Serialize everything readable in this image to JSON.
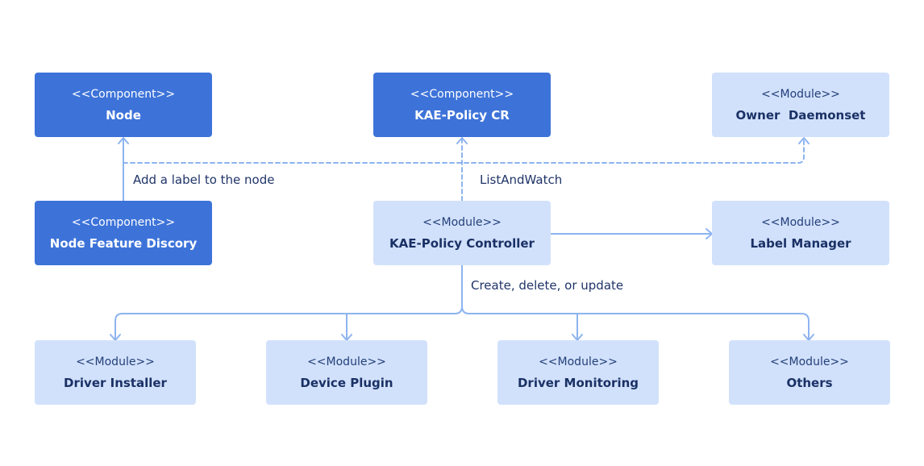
{
  "nodes": {
    "node": {
      "stereotype": "<<Component>>",
      "name": "Node"
    },
    "kae_policy_cr": {
      "stereotype": "<<Component>>",
      "name": "KAE-Policy CR"
    },
    "owner_daemonset": {
      "stereotype": "<<Module>>",
      "name": "Owner  Daemonset"
    },
    "node_feature_discory": {
      "stereotype": "<<Component>>",
      "name": "Node Feature Discory"
    },
    "kae_policy_controller": {
      "stereotype": "<<Module>>",
      "name": "KAE-Policy Controller"
    },
    "label_manager": {
      "stereotype": "<<Module>>",
      "name": "Label Manager"
    },
    "driver_installer": {
      "stereotype": "<<Module>>",
      "name": "Driver Installer"
    },
    "device_plugin": {
      "stereotype": "<<Module>>",
      "name": "Device Plugin"
    },
    "driver_monitoring": {
      "stereotype": "<<Module>>",
      "name": "Driver Monitoring"
    },
    "others": {
      "stereotype": "<<Module>>",
      "name": "Others"
    }
  },
  "edge_labels": {
    "add_label": "Add a label to the node",
    "list_and_watch": "ListAndWatch",
    "create_delete_update": "Create, delete, or update"
  },
  "colors": {
    "component_fill": "#3d73d9",
    "module_fill": "#d2e1fb",
    "connector": "#8db4f0",
    "label_text": "#1f3468"
  }
}
